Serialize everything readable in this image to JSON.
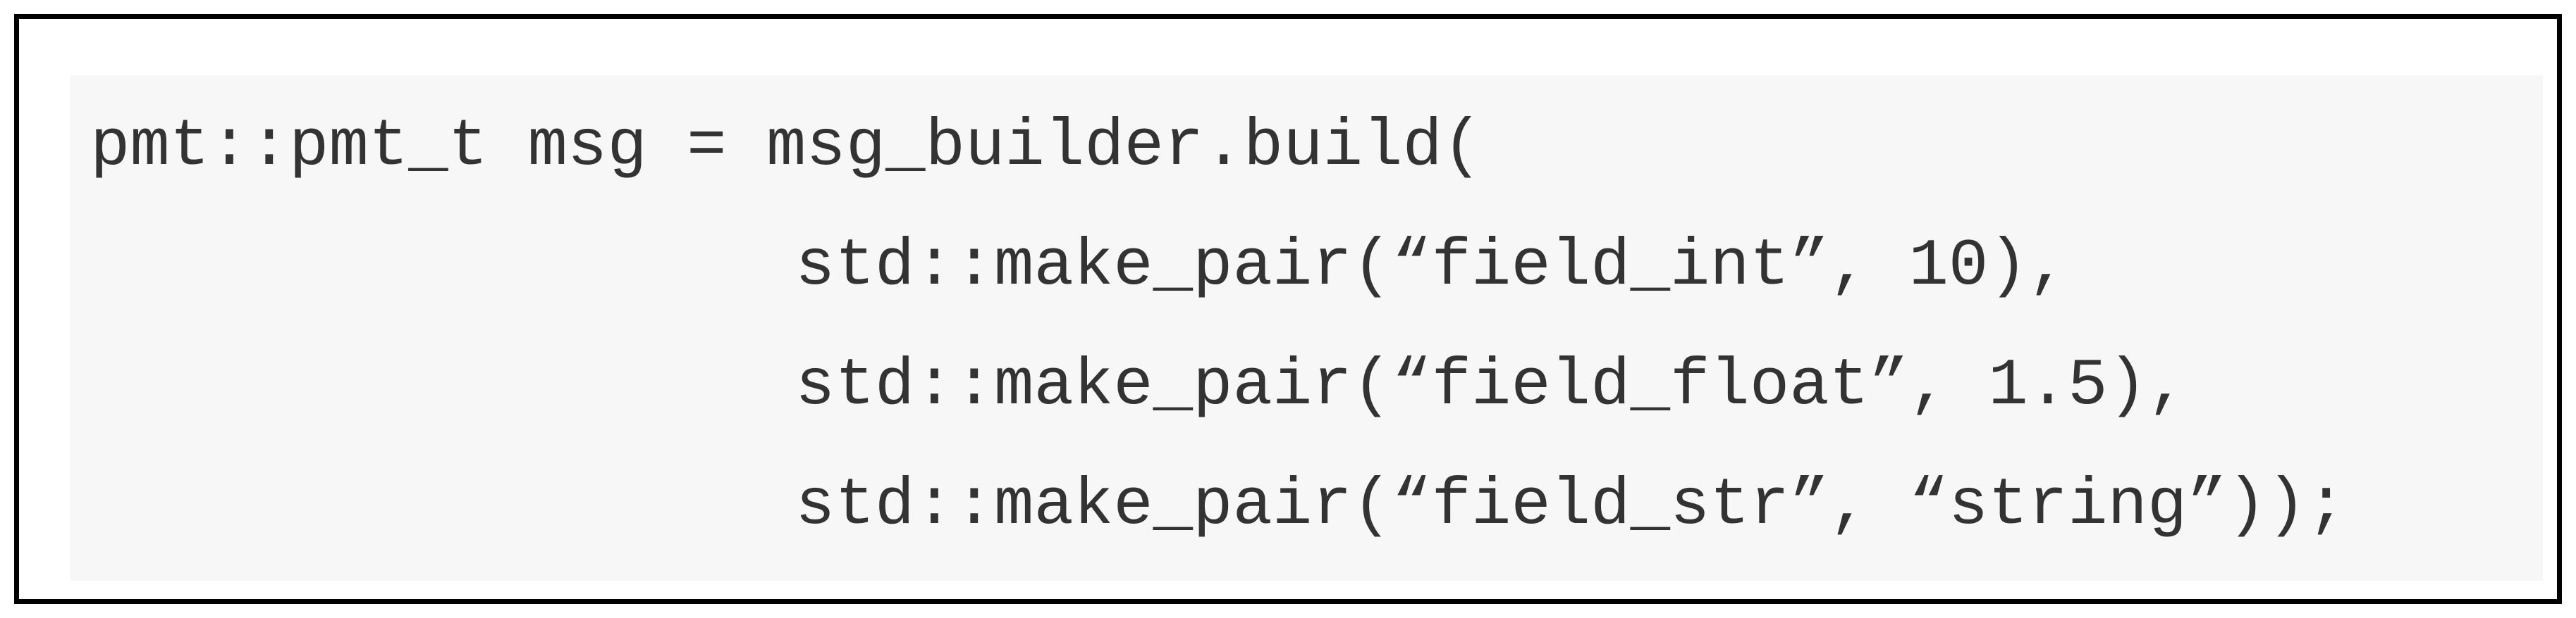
{
  "code": {
    "lines": [
      "pmt::pmt_t msg = msg_builder.build(",
      "std::make_pair(“field_int”, 10),",
      "std::make_pair(“field_float”, 1.5),",
      "std::make_pair(“field_str”, “string”));"
    ]
  }
}
